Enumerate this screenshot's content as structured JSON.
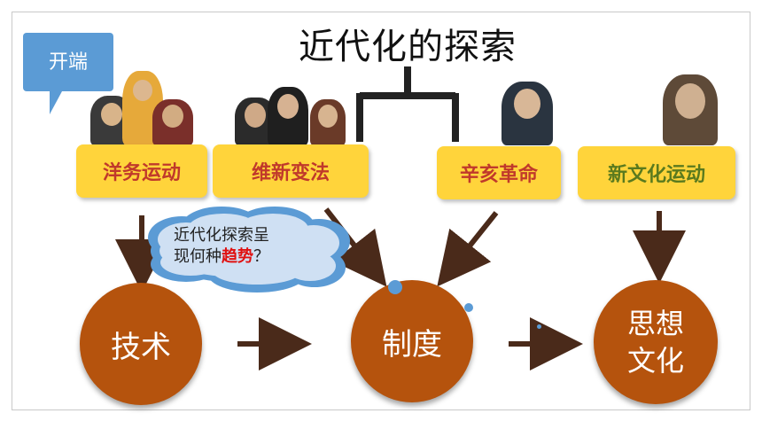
{
  "title": "近代化的探索",
  "callout": {
    "text": "开端"
  },
  "events": [
    {
      "label": "洋务运动"
    },
    {
      "label": "维新变法"
    },
    {
      "label": "辛亥革命"
    },
    {
      "label": "新文化运动"
    }
  ],
  "cloud": {
    "line1": "近代化探索呈",
    "line2_prefix": "现何种",
    "line2_highlight": "趋势",
    "line2_suffix": "？"
  },
  "circles": [
    {
      "label": "技术"
    },
    {
      "label": "制度"
    },
    {
      "label_line1": "思想",
      "label_line2": "文化"
    }
  ],
  "colors": {
    "event_fill": "#ffd43b",
    "event_text": "#c0392b",
    "event_text_green": "#5a7a1e",
    "circle_fill": "#b5530d",
    "callout_fill": "#5b9bd5",
    "cloud_fill": "#5b9bd5",
    "arrow": "#4a2a1a"
  }
}
